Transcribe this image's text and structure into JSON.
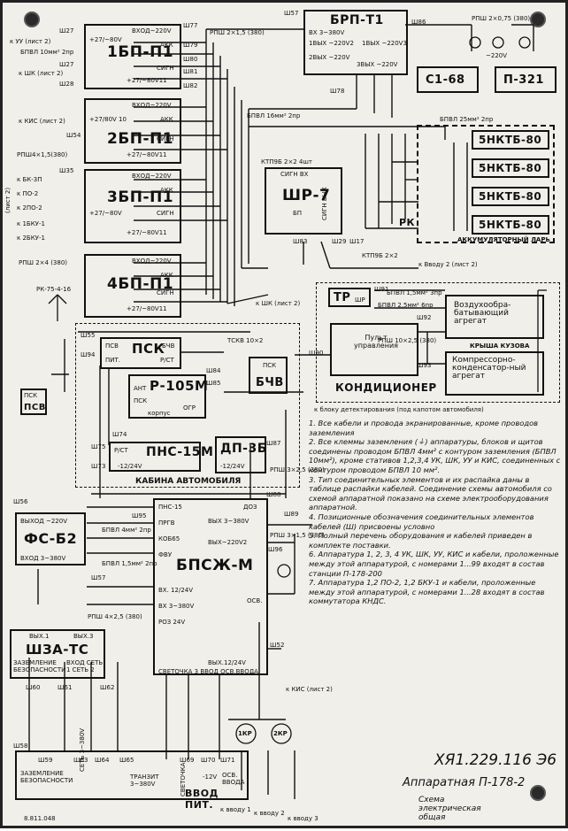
{
  "document": {
    "number": "ХЯ1.229.116 Э6",
    "title": "Аппаратная П-178-2",
    "subtitle": "Схема электрическая общая",
    "corner_code": "8.811.048"
  },
  "blocks": {
    "brp": {
      "title": "БРП-Т1",
      "in": "ВХ 3~380V",
      "out1": "1ВЫХ ~220V2",
      "out2": "1ВЫХ ~220V3",
      "out3": "2ВЫХ ~220V",
      "out4": "3ВЫХ ~220V"
    },
    "c168": {
      "title": "С1-68"
    },
    "p321": {
      "title": "П-321"
    },
    "bp1": {
      "title": "1БП-П1"
    },
    "bp2": {
      "title": "2БП-П1"
    },
    "bp3": {
      "title": "3БП-П1"
    },
    "bp4": {
      "title": "4БП-П1"
    },
    "bp_ports": {
      "in": "ВХОД~220V",
      "akk": "АКК",
      "sign": "СИГН",
      "out": "+27/~80V11",
      "out_alt": "+27/~80V",
      "out_alt2": "+27/80V 10"
    },
    "shr7": {
      "title": "ШР-7",
      "top": "СИГН ВХ",
      "bp": "БП",
      "right": "СИГН ВЫХ"
    },
    "battery": {
      "cells": [
        "5НКТБ-80",
        "5НКТБ-80",
        "5НКТБ-80",
        "5НКТБ-80"
      ],
      "caption": "АККУМУЛЯТОРНЫЙ ЛАРЬ",
      "rk": "РК"
    },
    "psk": {
      "title": "ПСК",
      "left1": "ПСВ",
      "left2": "ПИТ.",
      "right1": "БЧВ",
      "right2": "Р/СТ"
    },
    "psv": {
      "title": "ПСВ",
      "label": "ПСК"
    },
    "r105": {
      "title": "Р-105М",
      "ant": "АНТ",
      "psk": "ПСК",
      "korp": "корпус",
      "ogr": "ОГР"
    },
    "bchv": {
      "title": "БЧВ",
      "label": "ПСК"
    },
    "pns": {
      "title": "ПНС-15М",
      "rst": "Р/СТ",
      "v": "-12/24V"
    },
    "dp": {
      "title": "ДП-3Б",
      "v": "-12/24V"
    },
    "cabin": "КАБИНА АВТОМОБИЛЯ",
    "conditioner": {
      "title": "КОНДИЦИОНЕР",
      "tr": "ТР",
      "tr_sub": "ШР",
      "pult": "Пульт управления",
      "air": "Воздухообра-батывающий агрегат",
      "roof": "КРЫША КУЗОВА",
      "comp": "Компрессорно-конденсатор-ный агрегат"
    },
    "fs": {
      "title": "ФС-Б2",
      "in": "ВЫХОД ~220V",
      "out": "ВХОД 3~380V"
    },
    "shza": {
      "title": "ШЗА-ТС",
      "out1": "ВЫХ.1",
      "out3": "ВЫХ.3",
      "earth": "ЗАЗЕМЛЕНИЕ БЕЗОПАСНОСТИ",
      "in": "ВХОД СЕТЬ 1 СЕТЬ 2"
    },
    "bpszh": {
      "title": "БПСЖ-М",
      "ports_left": [
        "ПНС-15",
        "ПРГВ",
        "КОБ65",
        "ФВУ",
        "ВХ. 12/24V",
        "ВХ 3~380V",
        "РОЗ 24V"
      ],
      "ports_right": [
        "ДОЗ",
        "ВЫХ 3~380V",
        "ВЫХ~220V2",
        "ОСВ.",
        "ВЫХ.12/24V"
      ],
      "bottom": "СВЕТОЧКА 3 ВВОД ОСВ.ВВОДА"
    },
    "vvod": {
      "title": "ВВОД ПИТ.",
      "svetochka": "СВЕТОЧКА",
      "v12": "-12V",
      "osv": "ОСВ. ВВОДА",
      "earth": "ЗАЗЕМЛЕНИЕ БЕЗОПАСНОСТИ",
      "net": "СЕТЬ 3~380V",
      "tranzit": "ТРАНЗИТ 3~380V",
      "kr1": "1КР",
      "kr2": "2КР"
    }
  },
  "connectors": [
    "Ш27",
    "Ш27",
    "Ш28",
    "Ш54",
    "Ш35",
    "Ш77",
    "Ш79",
    "Ш80",
    "Ш81",
    "Ш82",
    "Ш57",
    "Ш78",
    "Ш86",
    "Ш83",
    "Ш29",
    "Ш17",
    "Ш55",
    "Ш94",
    "Ш84",
    "Ш85",
    "Ш74",
    "Ш75",
    "Ш73",
    "Ш87",
    "Ш86",
    "Ш88",
    "Ш89",
    "Ш95",
    "Ш96",
    "Ш52",
    "Ш91",
    "Ш92",
    "Ш90",
    "Ш93",
    "Ш56",
    "Ш57",
    "Ш60",
    "Ш61",
    "Ш62",
    "Ш58",
    "Ш59",
    "Ш63",
    "Ш64",
    "Ш65",
    "Ш69",
    "Ш70",
    "Ш71"
  ],
  "cable_labels": [
    "БПВЛ 10мм² 2пр",
    "РПШ 2×1,5 (380)",
    "РПШ 2×0,75 (380)",
    "~220V",
    "БПВЛ 16мм² 2пр",
    "КТП9Б 2×2 4шт",
    "РПШ4×1,5(380)",
    "РПШ 2×4 (380)",
    "БПВЛ 25мм² 2пр",
    "КТП9Б 2×2",
    "к Вводу 2 (лист 2)",
    "к ШК (лист 2)",
    "РК-75-4-16",
    "ТСКВ 10×2",
    "к блоку детектирования (под капотом автомобиля)",
    "РПШ 10×2,5 (380)",
    "БПВЛ 1,5мм² 3пр",
    "БПВЛ 2,5мм² 6пр",
    "БПВЛ 4мм² 2пр",
    "БПВЛ 1,5мм² 2пр",
    "РПШ 3×2,5 (380)",
    "РПШ 4×2,5 (380)",
    "РПШ 3×1,5 (380)",
    "к КИС (лист 2)",
    "к вводу 1",
    "к вводу 2",
    "к вводу 3",
    "к УУ (лист 2)",
    "к ШК (лист 2)",
    "к КИС (лист 2)"
  ],
  "side_labels": {
    "k_bk3p": "к БК-3П",
    "k_po2": "к ПО-2",
    "k_2po2": "к 2ПО-2",
    "k_1bku1": "к 1БКУ-1",
    "k_2bku1": "к 2БКУ-1",
    "list2": "(лист 2)"
  },
  "notes": [
    "1. Все кабели и провода экранированные, кроме проводов заземления",
    "2. Все клеммы заземления (⏚) аппаратуры, блоков и щитов соединены проводом БПВЛ 4мм² с контуром заземления (БПВЛ 10мм²), кроме стативов 1,2,3,4 УК, ШК, УУ и КИС, соединенных с контуром проводом БПВЛ 10 мм².",
    "3. Тип соединительных элементов и их распайка даны в таблице распайки кабелей. Соединение схемы автомобиля со схемой аппаратной показано на схеме электрооборудования аппаратной.",
    "4. Позиционные обозначения соединительных элементов кабелей (Ш) присвоены условно",
    "5. Полный перечень оборудования и кабелей приведен в комплекте поставки.",
    "6. Аппаратура 1, 2, 3, 4 УК, ШК, УУ, КИС и кабели, проложенные между этой аппаратурой, с номерами 1...99 входят в состав станции П-178-200",
    "7. Аппаратура 1,2 ПО-2, 1,2 БКУ-1 и кабели, проложенные между этой аппаратурой, с номерами 1...28 входят в состав коммутатора КНДС."
  ]
}
